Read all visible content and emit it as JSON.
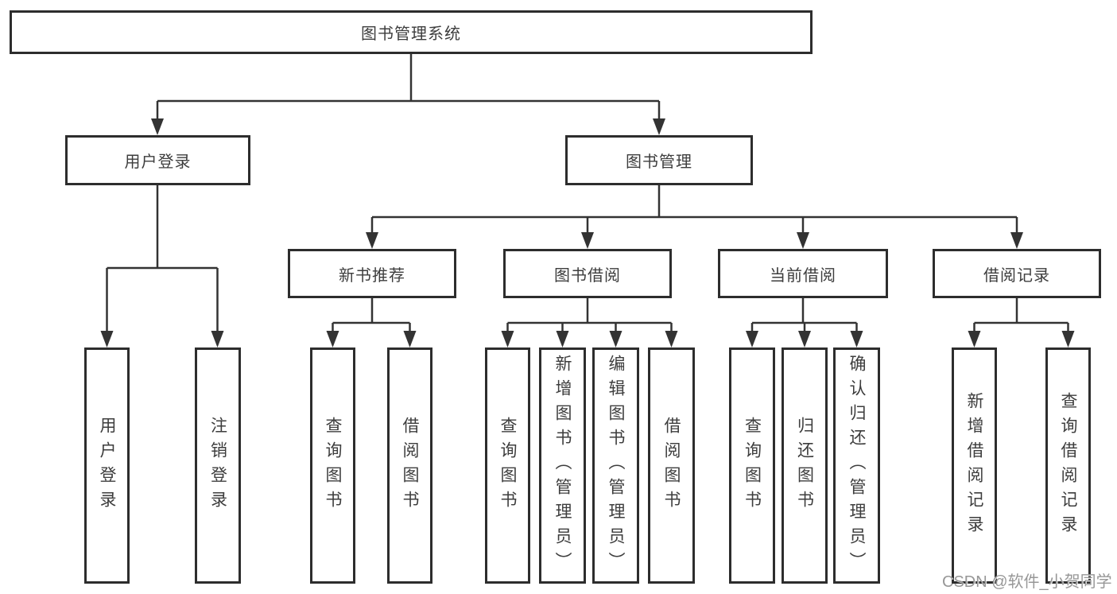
{
  "tree": {
    "label": "图书管理系统",
    "children": [
      {
        "label": "用户登录",
        "children": [
          {
            "label": "用户登录"
          },
          {
            "label": "注销登录"
          }
        ]
      },
      {
        "label": "图书管理",
        "children": [
          {
            "label": "新书推荐",
            "children": [
              {
                "label": "查询图书"
              },
              {
                "label": "借阅图书"
              }
            ]
          },
          {
            "label": "图书借阅",
            "children": [
              {
                "label": "查询图书"
              },
              {
                "label": "新增图书（管理员）"
              },
              {
                "label": "编辑图书（管理员）"
              },
              {
                "label": "借阅图书"
              }
            ]
          },
          {
            "label": "当前借阅",
            "children": [
              {
                "label": "查询图书"
              },
              {
                "label": "归还图书"
              },
              {
                "label": "确认归还（管理员）"
              }
            ]
          },
          {
            "label": "借阅记录",
            "children": [
              {
                "label": "新增借阅记录"
              },
              {
                "label": "查询借阅记录"
              }
            ]
          }
        ]
      }
    ]
  },
  "watermark": {
    "text": "CSDN @软件_小贺同学"
  },
  "colors": {
    "line": "#333333",
    "border": "#2d2d2d",
    "text": "#3d3d3d",
    "watermark": "#979797",
    "background": "#ffffff"
  }
}
